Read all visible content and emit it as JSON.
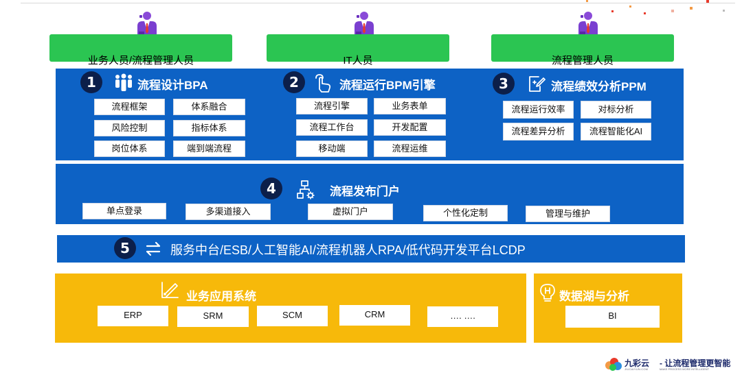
{
  "roles": [
    {
      "label": "业务人员/流程管理人员"
    },
    {
      "label": "IT人员"
    },
    {
      "label": "流程管理人员"
    }
  ],
  "sections": {
    "bpa": {
      "number": "1",
      "title": "流程设计BPA",
      "icon": "people-group-icon",
      "items": [
        "流程框架",
        "体系融合",
        "风险控制",
        "指标体系",
        "岗位体系",
        "端到端流程"
      ]
    },
    "bpm": {
      "number": "2",
      "title": "流程运行BPM引擎",
      "icon": "tap-gesture-icon",
      "items": [
        "流程引擎",
        "业务表单",
        "流程工作台",
        "开发配置",
        "移动端",
        "流程运维"
      ]
    },
    "ppm": {
      "number": "3",
      "title": "流程绩效分析PPM",
      "icon": "edit-document-icon",
      "items": [
        "流程运行效率",
        "对标分析",
        "流程差异分析",
        "流程智能化AI"
      ]
    },
    "portal": {
      "number": "4",
      "title": "流程发布门户",
      "icon": "flowchart-gear-icon",
      "items": [
        "单点登录",
        "多渠道接入",
        "虚拟门户",
        "个性化定制",
        "管理与维护"
      ]
    },
    "platform": {
      "number": "5",
      "title": "服务中台/ESB/人工智能AI/流程机器人RPA/低代码开发平台LCDP",
      "icon": "exchange-arrows-icon"
    },
    "business": {
      "title": "业务应用系统",
      "icon": "chart-ruler-icon",
      "items": [
        "ERP",
        "SRM",
        "SCM",
        "CRM",
        "…. …."
      ]
    },
    "datalake": {
      "title": "数据湖与分析",
      "icon": "bulb-h-icon",
      "items": [
        "BI"
      ]
    }
  },
  "brand": {
    "name": "九彩云",
    "name_en": "JIUCAIYUN.COM",
    "slogan": "- 让流程管理更智能",
    "slogan_en": "MAKE PROCESS MORE INTELLIGENT"
  },
  "colors": {
    "green": "#2bc552",
    "blue": "#0d62c5",
    "yellow": "#f7b90a",
    "badge": "#0c1f4a"
  }
}
